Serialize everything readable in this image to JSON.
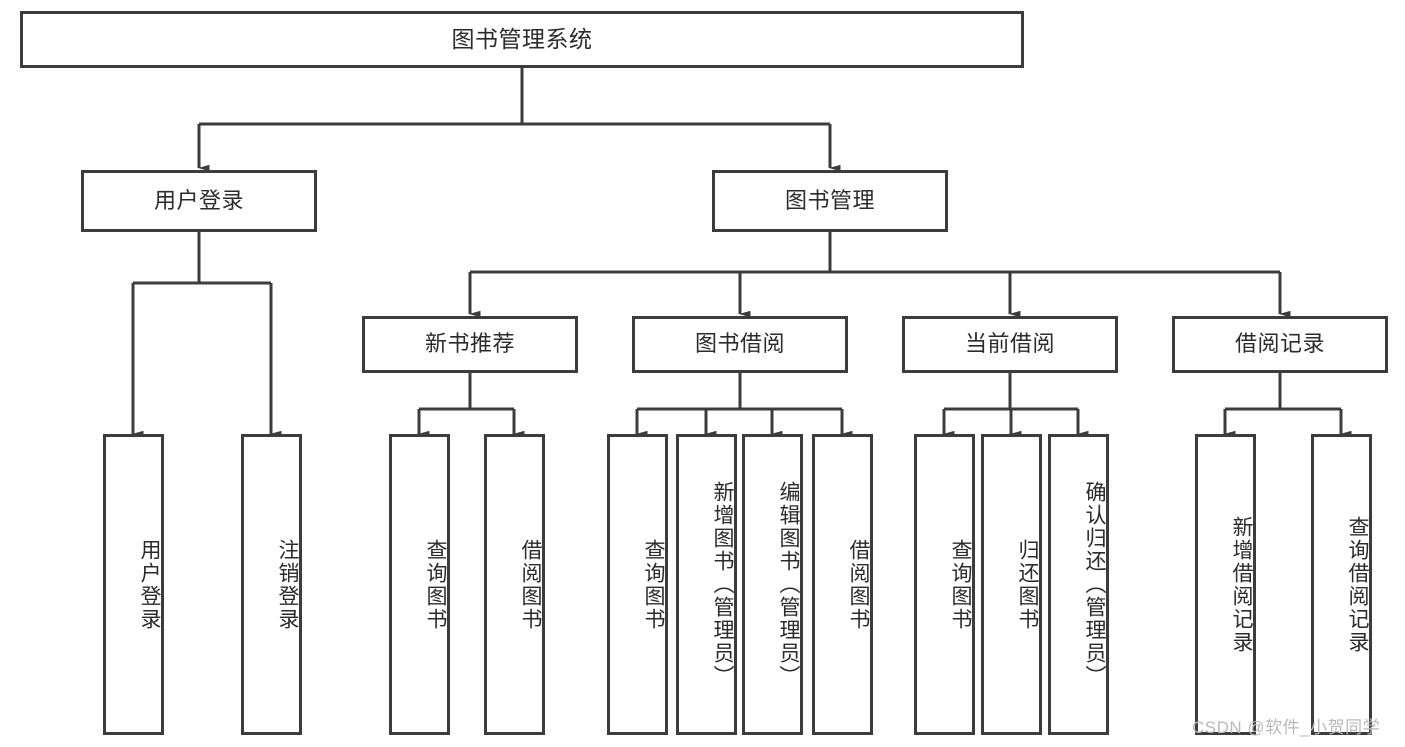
{
  "diagram": {
    "title": "图书管理系统",
    "type": "tree-hierarchy",
    "watermark": "CSDN @软件_小贺同学",
    "colors": {
      "box_border": "#3c3c3c",
      "box_fill": "#ffffff",
      "text": "#2b2b2b",
      "connector": "#3c3c3c",
      "watermark": "#b9b9b9",
      "background": "#ffffff"
    },
    "root": {
      "label": "图书管理系统"
    },
    "level2": [
      {
        "label": "用户登录"
      },
      {
        "label": "图书管理"
      }
    ],
    "level3": [
      {
        "label": "新书推荐"
      },
      {
        "label": "图书借阅"
      },
      {
        "label": "当前借阅"
      },
      {
        "label": "借阅记录"
      }
    ],
    "leaves": {
      "user_login": [
        {
          "label": "用户登录"
        },
        {
          "label": "注销登录"
        }
      ],
      "new_book_recommend": [
        {
          "label": "查询图书"
        },
        {
          "label": "借阅图书"
        }
      ],
      "book_borrow": [
        {
          "label": "查询图书"
        },
        {
          "label": "新增图书（管理员）"
        },
        {
          "label": "编辑图书（管理员）"
        },
        {
          "label": "借阅图书"
        }
      ],
      "current_borrow": [
        {
          "label": "查询图书"
        },
        {
          "label": "归还图书"
        },
        {
          "label": "确认归还（管理员）"
        }
      ],
      "borrow_record": [
        {
          "label": "新增借阅记录"
        },
        {
          "label": "查询借阅记录"
        }
      ]
    }
  }
}
